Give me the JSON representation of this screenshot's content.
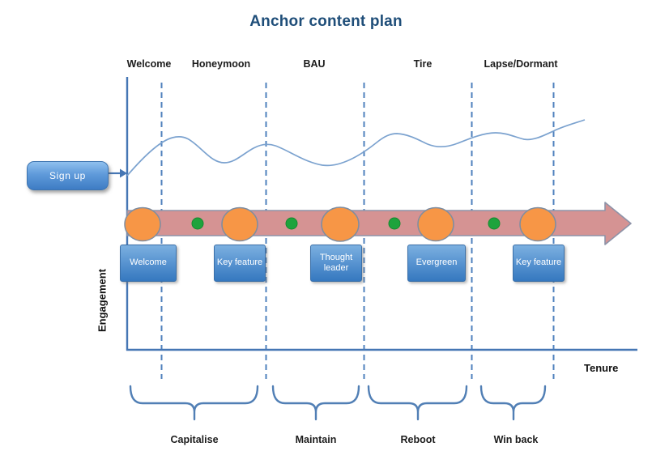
{
  "title": "Anchor content plan",
  "axes": {
    "y_label": "Engagement",
    "x_label": "Tenure"
  },
  "signup": {
    "label": "Sign up"
  },
  "phases": [
    {
      "label": "Welcome"
    },
    {
      "label": "Honeymoon"
    },
    {
      "label": "BAU"
    },
    {
      "label": "Tire"
    },
    {
      "label": "Lapse/Dormant"
    }
  ],
  "content_boxes": [
    {
      "label": "Welcome"
    },
    {
      "label": "Key feature"
    },
    {
      "label": "Thought leader"
    },
    {
      "label": "Evergreen"
    },
    {
      "label": "Key feature"
    }
  ],
  "stages": [
    {
      "label": "Capitalise"
    },
    {
      "label": "Maintain"
    },
    {
      "label": "Reboot"
    },
    {
      "label": "Win back"
    }
  ],
  "colors": {
    "title_text": "#1F4E79",
    "axis_blue": "#4576B4",
    "dashed_guide": "#4F81BD",
    "curve_blue": "#7BA2CF",
    "arrow_band_fill": "#D59393",
    "arrow_band_stroke": "#8D93A8",
    "milestone_orange": "#F79646",
    "dot_green": "#1EA33C",
    "box_blue_top": "#7CB0E0",
    "box_blue_bottom": "#3578BF",
    "brace_blue": "#517FB5"
  }
}
